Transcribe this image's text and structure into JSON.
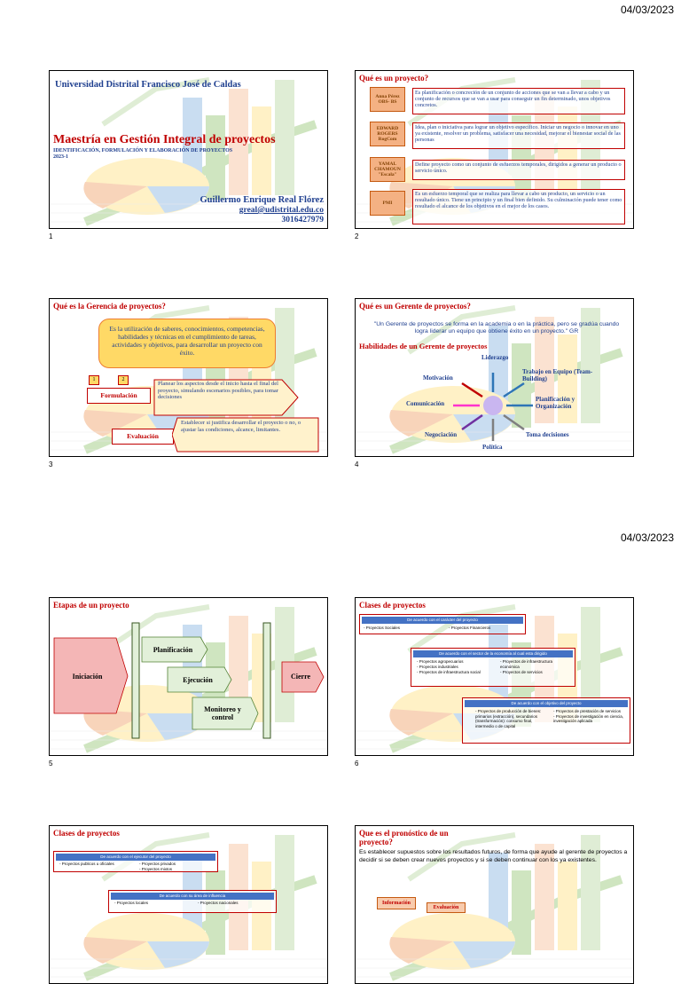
{
  "header": {
    "date_top": "04/03/2023",
    "date_mid": "04/03/2023"
  },
  "slides": {
    "s1": {
      "num": "1",
      "university": "Universidad Distrital Francisco José de Caldas",
      "title": "Maestría en Gestión Integral de proyectos",
      "subtitle": "IDENTIFICACIÓN, FORMULACIÓN Y ELABORACIÓN DE PROYECTOS",
      "term": "2023-1",
      "author": "Guillermo Enrique Real Flórez",
      "email": "greal@udistrital.edu.co",
      "phone": "3016427979"
    },
    "s2": {
      "num": "2",
      "title": "Qué es un proyecto?",
      "rows": [
        {
          "tag": "Anna Pérez OBS- BS",
          "text": "Es planificación o concreción de un conjunto de acciones que se van a llevar a cabo y un conjunto de recursos que se van a usar para conseguir un fin determinado, unos objetivos concretos."
        },
        {
          "tag": "EDWARD ROGERS RogCom",
          "text": "Idea, plan o iniciativa para lograr un objetivo específico. Iniciar un negocio o innovar en uno ya existente, resolver un problema, satisfacer una necesidad, mejorar el bienestar social de las personas"
        },
        {
          "tag": "YAMAL CHAMOUN \"Escala\"",
          "text": "Define proyecto como un conjunto de esfuerzos temporales, dirigidos a generar un producto o servicio único."
        },
        {
          "tag": "PMI",
          "text": "Es un esfuerzo temporal que se realiza para llevar a cabo un producto, un servicio o un resultado único. Tiene un principio y un final bien definido. Su culminación puede tener como resultado el alcance de los objetivos en el mejor de los casos."
        }
      ]
    },
    "s3": {
      "num": "3",
      "title": "Qué es la Gerencia de proyectos?",
      "definition": "Es la utilización de saberes, conocimientos, competencias, habilidades y técnicas en el cumplimiento de tareas, actividades y objetivos, para desarrollar un proyecto con éxito.",
      "n1": "1",
      "n2": "2",
      "formulacion": "Formulación",
      "formulacion_text": "Planear los aspectos desde el inicio hasta el final del proyecto, simulando escenarios posibles, para tomar decisiones",
      "evaluacion": "Evaluación",
      "evaluacion_text": "Establecer si justifica desarrollar el proyecto o no, o ajustar las condiciones, alcance, limitantes."
    },
    "s4": {
      "num": "4",
      "title": "Qué es un  Gerente de proyectos?",
      "quote": "\"Un Gerente de proyectos se forma en la academia o en la práctica, pero se gradúa cuando logra liderar un equipo que obtiene éxito en un proyecto.\" GR",
      "subtitle": "Habilidades de un Gerente de proyectos",
      "skills": [
        "Liderazgo",
        "Trabajo en Equipo (Team-Building)",
        "Planificación y Organización",
        "Toma decisiones",
        "Política",
        "Negociación",
        "Comunicación",
        "Motivación"
      ]
    },
    "s5": {
      "num": "5",
      "title": "Etapas de un proyecto",
      "stages": [
        "Iniciación",
        "Planificación",
        "Ejecución",
        "Monitoreo y control",
        "Cierre"
      ]
    },
    "s6": {
      "num": "6",
      "title": "Clases de proyectos",
      "g1": {
        "header": "De acuerdo con el carácter del proyecto",
        "items": [
          "- Proyectos Sociales",
          "- Proyectos Financieros"
        ]
      },
      "g2": {
        "header": "De acuerdo con el sector de la economía al cual esta dirigido",
        "col1": [
          "- Proyectos agropecuarios",
          "- Proyectos industriales",
          "- Proyectos de infraestructura social"
        ],
        "col2": [
          "- Proyectos de infraestructura económica",
          "- Proyectos de servicios"
        ]
      },
      "g3": {
        "header": "De acuerdo con el objetivo del proyecto",
        "col1": "- Proyectos de producción de bienes: primarios (extracción), secundarios (transformación): consumo final, intermedio o de capital",
        "col2": "- Proyectos de prestación de servicios\n- Proyectos de investigación en ciencia, investigación aplicada"
      }
    },
    "s7": {
      "title": "Clases de proyectos",
      "g1": {
        "header": "De acuerdo con el ejecutor del proyecto",
        "items": [
          "- Proyectos publicos u oficiales",
          "- Proyectos privados",
          "- Proyectos mixtos"
        ]
      },
      "g2": {
        "header": "De acuerdo con su área de influencia",
        "items": [
          "- Proyectos locales",
          "- Proyectos nacionales"
        ]
      }
    },
    "s8": {
      "title": "Que es el pronóstico de un proyecto?",
      "text": "Es establecer supuestos sobre los resultados futuros, de forma que ayude al gerente de proyectos a decidir si se deben crear nuevos proyectos y si se deben continuar con los ya existentes.",
      "tag1": "Información",
      "tag2": "Evaluación"
    }
  },
  "colors": {
    "title_red": "#c00000",
    "navy": "#1f3f8f",
    "box_blue": "#4472c4",
    "tag_orange": "#f4b183"
  }
}
